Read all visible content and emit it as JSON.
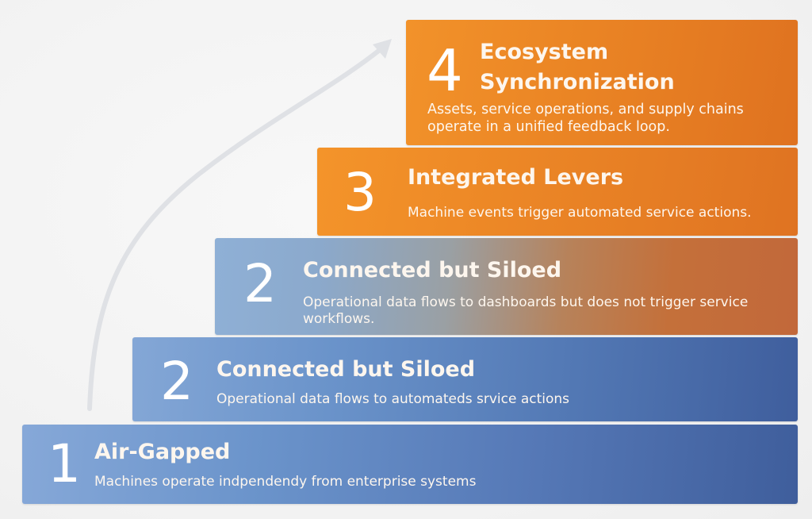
{
  "diagram": {
    "type": "staircase-maturity-model",
    "arrow": {
      "direction": "up-right",
      "color": "#dcdee2"
    },
    "colors": {
      "orange_start": "#f2922a",
      "orange_end": "#df7220",
      "blue_start": "#86a8d8",
      "blue_end": "#3f5e9c",
      "text": "#ffffff",
      "background": "#f4f4f4"
    },
    "steps": [
      {
        "number": "4",
        "title": "Ecosystem Synchronization",
        "description": "Assets, service operations, and supply chains operate in a unified feedback loop.",
        "color": "orange"
      },
      {
        "number": "3",
        "title": "Integrated Levers",
        "description": "Machine events trigger automated service actions.",
        "color": "orange"
      },
      {
        "number": "2",
        "title": "Connected but Siloed",
        "description": "Operational data flows to dashboards but does not trigger service workflows.",
        "color": "blue-to-orange"
      },
      {
        "number": "2",
        "title": "Connected but Siloed",
        "description": "Operational data flows to automateds srvice actions",
        "color": "blue"
      },
      {
        "number": "1",
        "title": "Air-Gapped",
        "description": "Machines operate indpendendy from enterprise systems",
        "color": "blue"
      }
    ]
  }
}
